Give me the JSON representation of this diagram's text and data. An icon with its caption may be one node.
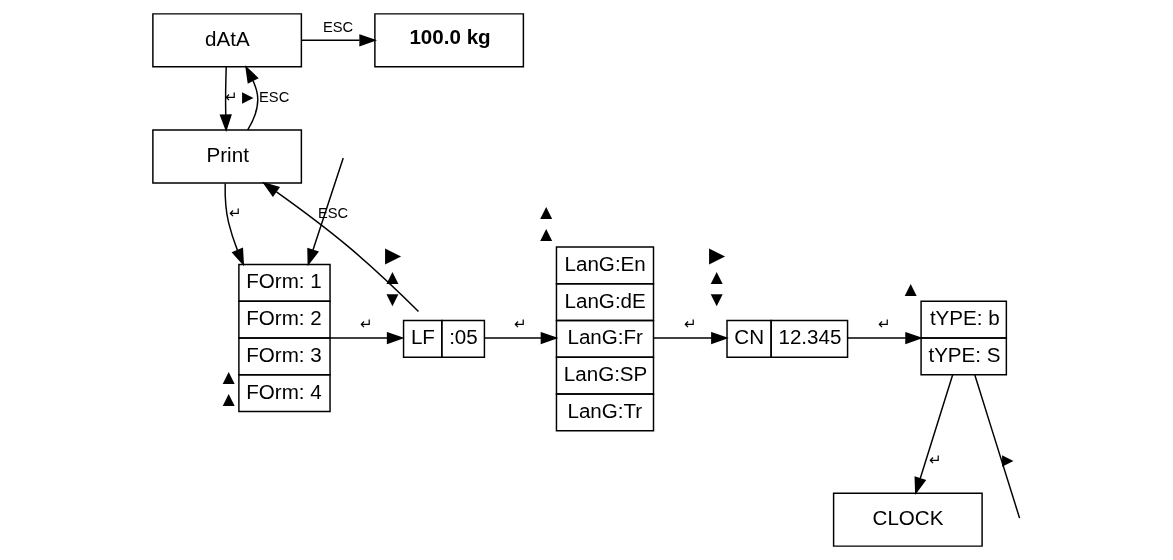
{
  "diagram": {
    "nodes": [
      {
        "text": [
          "dAtA"
        ]
      },
      {
        "text": [
          "100.0 kg"
        ]
      },
      {
        "text": [
          "Print"
        ]
      },
      {
        "text": [
          "FOrm: 1",
          "FOrm: 2",
          "FOrm: 3",
          "FOrm: 4"
        ],
        "beside": [
          "▲",
          "▲"
        ]
      },
      {
        "text": [
          "LF",
          ":05"
        ],
        "beside": [
          "▶",
          "▲",
          "▼"
        ]
      },
      {
        "text": [
          "LanG:En",
          "LanG:dE",
          "LanG:Fr",
          "LanG:SP",
          "LanG:Tr"
        ],
        "beside": [
          "▲",
          "▲"
        ]
      },
      {
        "text": [
          "CN",
          "12.345"
        ],
        "beside": [
          "▶",
          "▲",
          "▼"
        ]
      },
      {
        "text": [
          "tYPE: b",
          "tYPE: S"
        ],
        "beside": [
          "▲"
        ]
      },
      {
        "text": [
          "CLOCK"
        ]
      }
    ],
    "edges": [
      {
        "from": 0,
        "to": 1,
        "arrow": "to",
        "label": "ESC"
      },
      {
        "from": 0,
        "to": 2,
        "arrow": "to",
        "label": "↵ ▶"
      },
      {
        "from": 2,
        "to": 0,
        "arrow": "to",
        "label": "ESC"
      },
      {
        "from": 2,
        "to": 3,
        "arrow": "to",
        "label": "↵"
      },
      {
        "from": 4,
        "to": 2,
        "arrow": "to",
        "label": "ESC"
      },
      {
        "from": 3,
        "to": 4,
        "arrow": "to",
        "label": "↵"
      },
      {
        "from": 4,
        "to": 5,
        "arrow": "to",
        "label": "↵"
      },
      {
        "from": 5,
        "to": 6,
        "arrow": "to",
        "label": "↵"
      },
      {
        "from": 6,
        "to": 7,
        "arrow": "to",
        "label": "↵"
      },
      {
        "from": 7,
        "to": 8,
        "arrow": "to",
        "label": "↵"
      },
      {
        "from": 7,
        "to": null,
        "arrow": "none",
        "label": "▶"
      },
      {
        "from": null,
        "to": 3,
        "arrow": "to"
      }
    ]
  }
}
